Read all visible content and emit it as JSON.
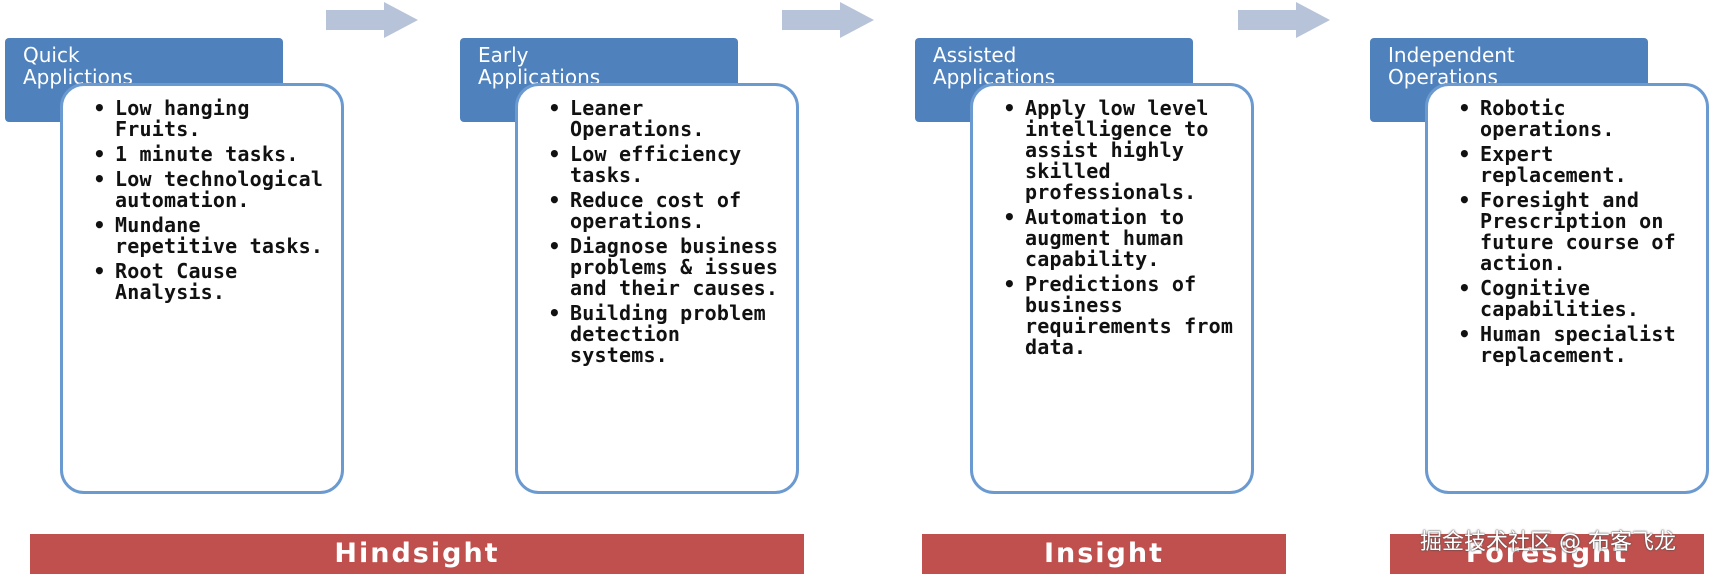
{
  "colors": {
    "header_blue": "#4f81bd",
    "card_border": "#6b9ad1",
    "phase_red": "#c0504d",
    "arrow_gray": "#b7c3d8"
  },
  "stages": [
    {
      "title_line1": "Quick",
      "title_line2": "Applictions",
      "items": [
        "Low hanging Fruits.",
        "1 minute tasks.",
        "Low technological automation.",
        "Mundane repetitive tasks.",
        "Root Cause Analysis."
      ]
    },
    {
      "title_line1": "Early",
      "title_line2": "Applications",
      "items": [
        "Leaner Operations.",
        "Low efficiency tasks.",
        "Reduce cost of operations.",
        "Diagnose business problems & issues and their causes.",
        "Building problem detection systems."
      ]
    },
    {
      "title_line1": "Assisted",
      "title_line2": "Applications",
      "items": [
        "Apply low level intelligence to assist highly skilled professionals.",
        "Automation to augment human capability.",
        "Predictions of business requirements from data."
      ]
    },
    {
      "title_line1": "Independent",
      "title_line2": "Operations",
      "items": [
        "Robotic operations.",
        "Expert replacement.",
        "Foresight and Prescription on future course of action.",
        "Cognitive capabilities.",
        "Human specialist replacement."
      ]
    }
  ],
  "phases": {
    "hindsight": "Hindsight",
    "insight": "Insight",
    "foresight": "Foresight"
  },
  "watermark": "掘金技术社区 @ 布客飞龙",
  "bullet_glyph": "•"
}
